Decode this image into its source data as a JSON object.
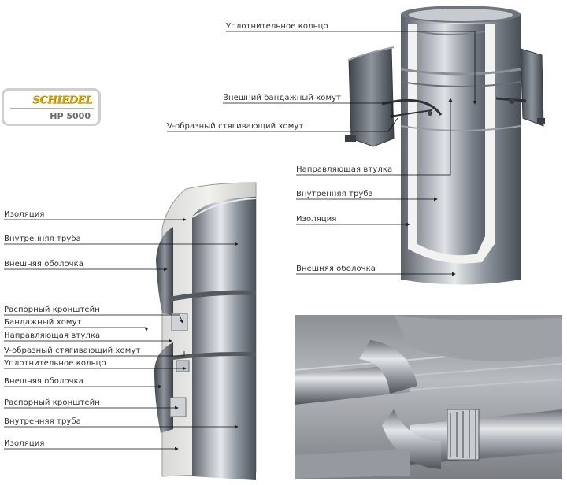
{
  "logo": {
    "brand": "SCHIEDEL",
    "model": "HP 5000"
  },
  "top_labels": [
    "Уплотнительное кольцо",
    "Внешний бандажный хомут",
    "V-образный стягивающий хомут",
    "Направляющая втулка",
    "Внутренняя труба",
    "Изоляция",
    "Внешняя оболочка"
  ],
  "left_labels": [
    "Изоляция",
    "Внутренняя труба",
    "Внешняя оболочка",
    "Распорный кронштейн",
    "Бандажный хомут",
    "Направляющая втулка",
    "V-образный стягивающий хомут",
    "Уплотнительное кольцо",
    "Внешняя оболочка",
    "Распорный кронштейн",
    "Внутренняя труба",
    "Изоляция"
  ]
}
